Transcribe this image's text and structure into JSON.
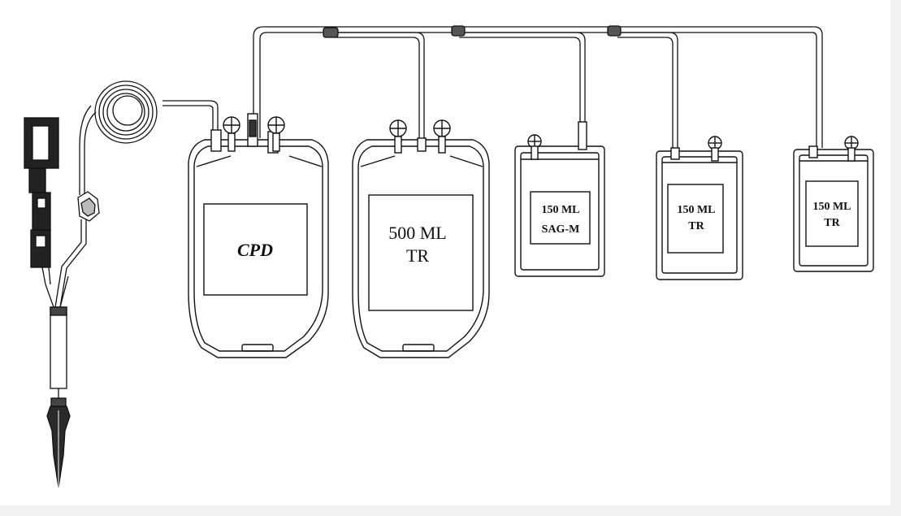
{
  "bags": {
    "primary": {
      "label": "CPD"
    },
    "satellite_500": {
      "line1": "500 ML",
      "line2": "TR"
    },
    "satellite_sagm": {
      "line1": "150 ML",
      "line2": "SAG-M"
    },
    "satellite_150a": {
      "line1": "150 ML",
      "line2": "TR"
    },
    "satellite_150b": {
      "line1": "150 ML",
      "line2": "TR"
    }
  },
  "colors": {
    "background": "#ffffff",
    "outer_frame": "#f2f2f2",
    "line": "#111111",
    "needle_dark": "#2a2a2a"
  }
}
